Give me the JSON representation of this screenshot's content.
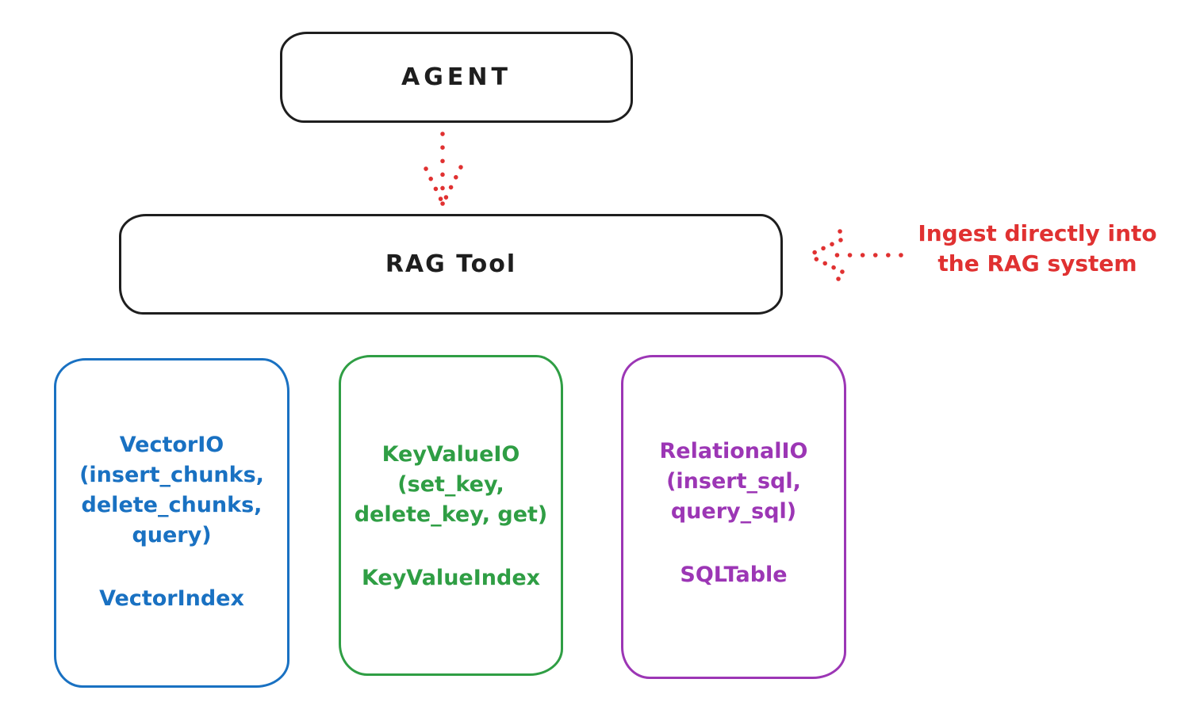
{
  "diagram": {
    "agent_box": {
      "label": "AGENT"
    },
    "rag_tool_box": {
      "label": "RAG Tool"
    },
    "ingest_annotation": {
      "line1": "Ingest directly into",
      "line2": "the RAG system"
    },
    "io_boxes": [
      {
        "title": "VectorIO",
        "methods": [
          "(insert_chunks,",
          "delete_chunks,",
          "query)"
        ],
        "index_label": "VectorIndex",
        "color": "#1971c2"
      },
      {
        "title": "KeyValueIO",
        "methods": [
          "(set_key,",
          "delete_key, get)"
        ],
        "index_label": "KeyValueIndex",
        "color": "#2f9e44"
      },
      {
        "title": "RelationalIO",
        "methods": [
          "(insert_sql,",
          "query_sql)"
        ],
        "index_label": "SQLTable",
        "color": "#9c36b5"
      }
    ],
    "colors": {
      "stroke_black": "#1e1e1e",
      "arrow_red": "#e03131",
      "background": "#ffffff"
    }
  }
}
